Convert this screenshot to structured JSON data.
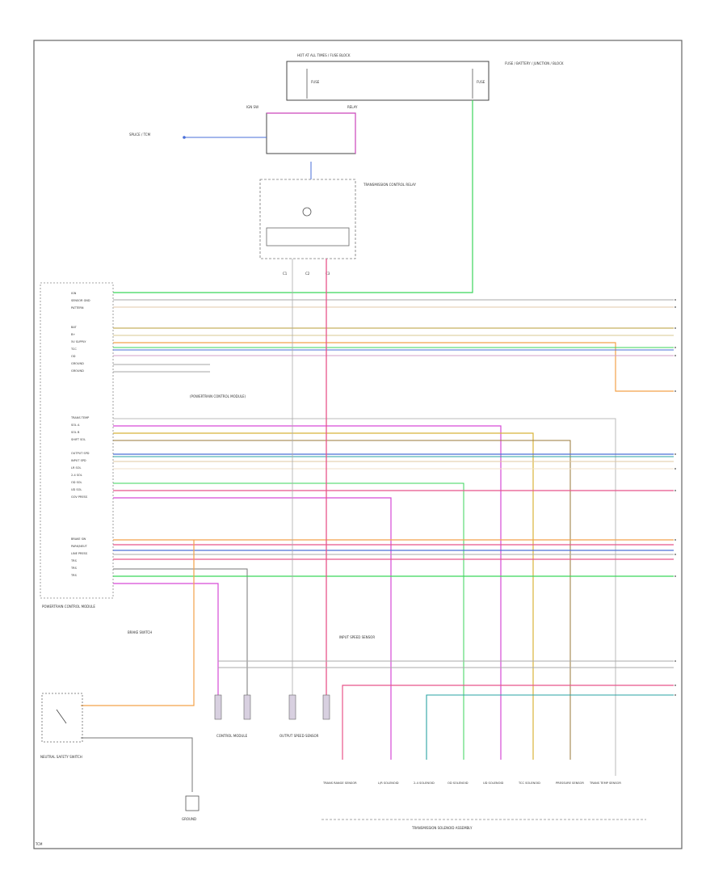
{
  "texts": {
    "fuse_block": "HOT AT ALL TIMES / FUSE BLOCK",
    "fuse1": "FUSE",
    "fuse2": "FUSE",
    "fuse_right": "FUSE / BATTERY / JUNCTION / BLOCK",
    "relay_top_left": "IGN SW",
    "relay_top_right": "RELAY",
    "splice_left": "SPLICE / TCM",
    "trans_relay": "TRANSMISSION CONTROL RELAY",
    "pcm": "POWERTRAIN CONTROL MODULE",
    "tcm_small": "TCM",
    "c1": "C1",
    "c2": "C2",
    "c3": "C3",
    "block_note": "(POWERTRAIN CONTROL MODULE)",
    "neutral_sw": "NEUTRAL SAFETY SWITCH",
    "brake_sw": "BRAKE SWITCH",
    "ground": "GROUND",
    "control_module": "CONTROL MODULE",
    "output_speed": "OUTPUT SPEED SENSOR",
    "input_speed": "INPUT SPEED SENSOR",
    "assembly_note": "TRANSMISSION SOLENOID ASSEMBLY"
  },
  "left_labels": [
    "IGN",
    "SENSOR GND",
    "PATTERN",
    "BAT",
    "B+",
    "5V SUPPLY",
    "TCC",
    "OD",
    "GROUND",
    "GROUND",
    "TRANS TEMP",
    "SOL A",
    "SOL B",
    "SHIFT SOL",
    "OUTPUT SPD",
    "INPUT SPD",
    "LR SOL",
    "2-4 SOL",
    "OD SOL",
    "UD SOL",
    "GOV PRESS",
    "BRAKE SW",
    "PARK/NEUT",
    "LINE PRESS",
    "TRS",
    "TRS",
    "TRS"
  ],
  "bottom_labels": [
    "TRANS RANGE SENSOR",
    "L/R SOLENOID",
    "2-4 SOLENOID",
    "OD SOLENOID",
    "UD SOLENOID",
    "TCC SOLENOID",
    "PRESSURE SENSOR",
    "TRANS TEMP SENSOR"
  ],
  "colors": {
    "pink": "#e8558a",
    "green": "#3bd65b",
    "orange": "#f3a24a",
    "magenta": "#d64bd6",
    "blue": "#4a6fd8",
    "yellow": "#d8b43a",
    "teal": "#2aa3a3",
    "brown": "#9a7a3a"
  }
}
